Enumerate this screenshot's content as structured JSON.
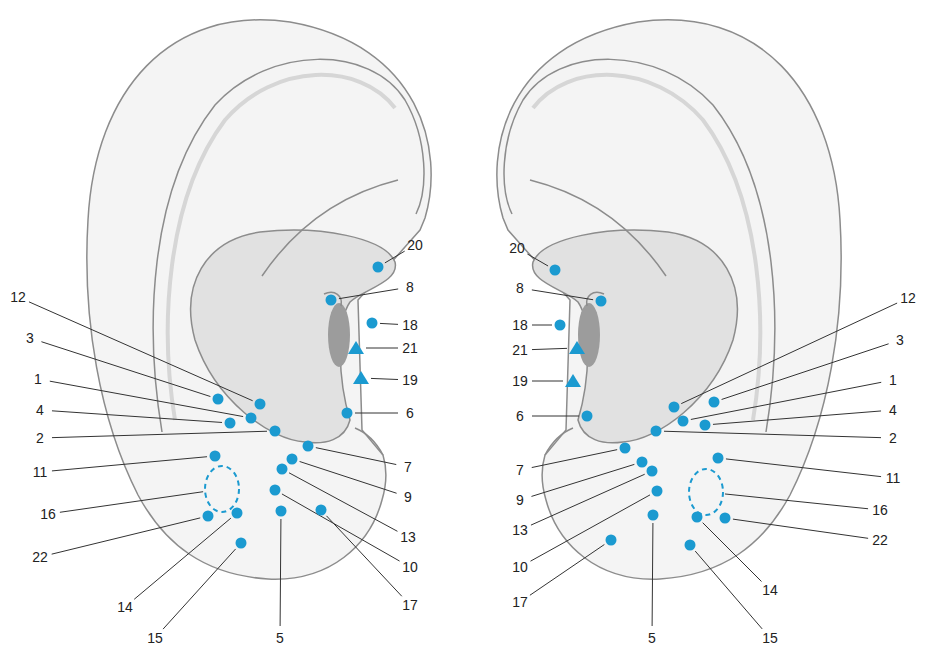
{
  "diagram": {
    "labels": [
      "20",
      "8",
      "18",
      "21",
      "19",
      "6",
      "12",
      "3",
      "1",
      "4",
      "2",
      "11",
      "7",
      "9",
      "13",
      "16",
      "10",
      "22",
      "17",
      "14",
      "15",
      "5",
      "20",
      "8",
      "18",
      "21",
      "19",
      "6",
      "12",
      "3",
      "1",
      "4",
      "2",
      "7",
      "11",
      "9",
      "13",
      "16",
      "10",
      "22",
      "17",
      "14",
      "15",
      "5"
    ]
  }
}
